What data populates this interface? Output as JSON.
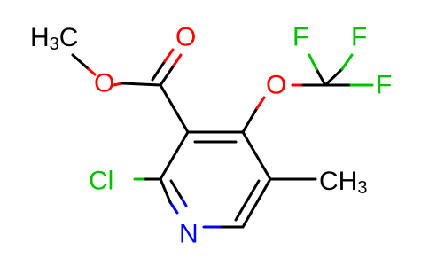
{
  "molecule": {
    "atoms": {
      "methyl_ester": {
        "text": "H",
        "sub": "3",
        "tail": "C",
        "color": "#000000"
      },
      "ester_o_single": {
        "text": "O",
        "color": "#ff0000"
      },
      "ester_o_double": {
        "text": "O",
        "color": "#ff0000"
      },
      "ether_o": {
        "text": "O",
        "color": "#ff0000"
      },
      "f1": {
        "text": "F",
        "color": "#00c000"
      },
      "f2": {
        "text": "F",
        "color": "#00c000"
      },
      "f3": {
        "text": "F",
        "color": "#00c000"
      },
      "chlorine": {
        "text": "Cl",
        "color": "#00c000"
      },
      "nitrogen": {
        "text": "N",
        "color": "#0000ff"
      },
      "methyl_ring": {
        "text": "CH",
        "sub": "3",
        "color": "#000000"
      }
    }
  }
}
